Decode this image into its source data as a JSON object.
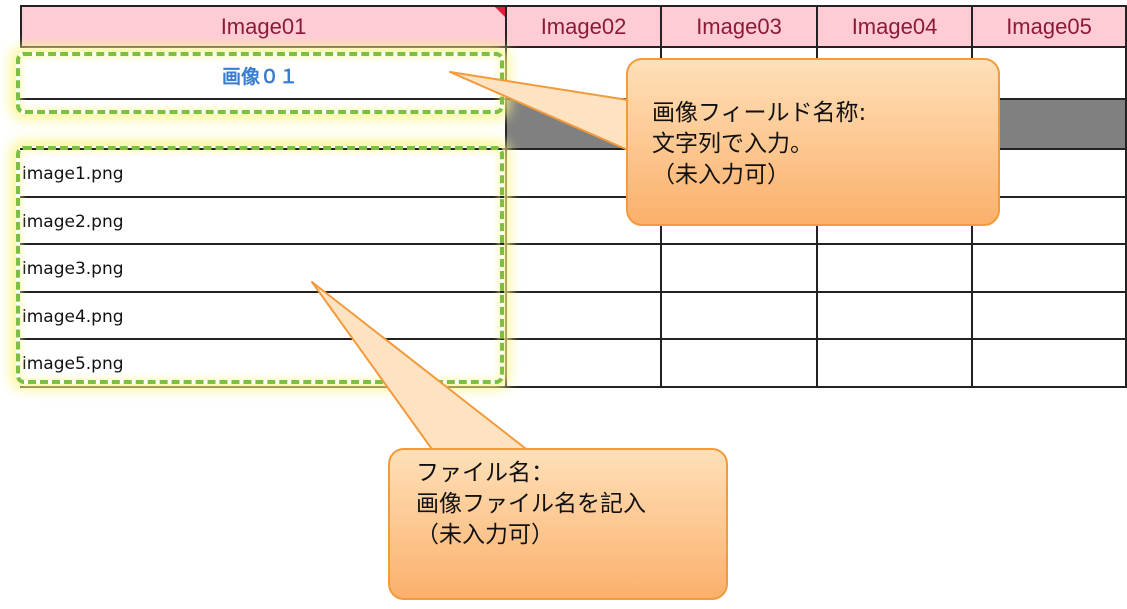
{
  "headers": [
    "Image01",
    "Image02",
    "Image03",
    "Image04",
    "Image05"
  ],
  "field_label": "画像０１",
  "files": [
    "image1.png",
    "image2.png",
    "image3.png",
    "image4.png",
    "image5.png"
  ],
  "callout_top": {
    "line1": "画像フィールド名称:",
    "line2": "文字列で入力。",
    "line3": "（未入力可）"
  },
  "callout_bottom": {
    "line1": "ファイル名：",
    "line2": "画像ファイル名を記入",
    "line3": "（未入力可）"
  },
  "colors": {
    "header_bg": "#ffccd6",
    "header_text": "#8b1a3a",
    "label_text": "#3a7cd0",
    "highlight_dash": "#7bc043",
    "callout_border": "#f29a3c",
    "dark_row": "#808080"
  }
}
